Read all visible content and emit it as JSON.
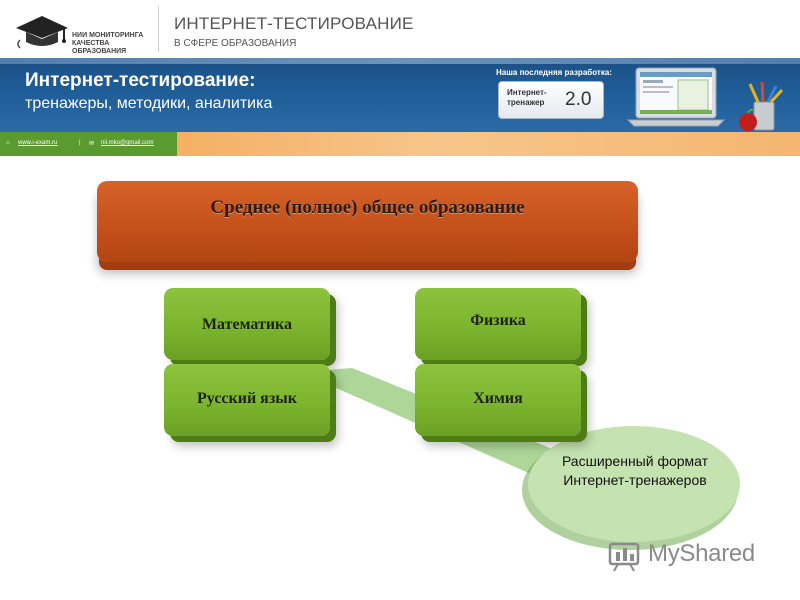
{
  "header": {
    "logo_text": "НИИ МОНИТОРИНГА КАЧЕСТВА ОБРАЗОВАНИЯ",
    "title": "ИНТЕРНЕТ-ТЕСТИРОВАНИЕ",
    "subtitle": "В СФЕРЕ ОБРАЗОВАНИЯ"
  },
  "banner": {
    "title": "Интернет-тестирование:",
    "subtitle": "тренажеры, методики, аналитика",
    "latest_label": "Наша последняя разработка:",
    "promo_name": "Интернет-тренажер",
    "promo_version": "2.0"
  },
  "contacts": {
    "site": "www.i-exam.ru",
    "separator": "|",
    "email": "nii.mko@gmail.com"
  },
  "diagram": {
    "main_title": "Среднее (полное) общее образование",
    "subjects": [
      "Математика",
      "Физика",
      "Русский язык",
      "Химия"
    ],
    "callout": "Расширенный формат Интернет-тренажеров"
  },
  "watermark": {
    "text": "MyShared"
  },
  "colors": {
    "banner_blue": "#1f5d98",
    "orange_bar": "#f4b670",
    "contacts_green": "#5b9a2e",
    "main_box": "#c4501a",
    "subject_green": "#7cb52e",
    "callout_fill": "#b9dca3"
  }
}
